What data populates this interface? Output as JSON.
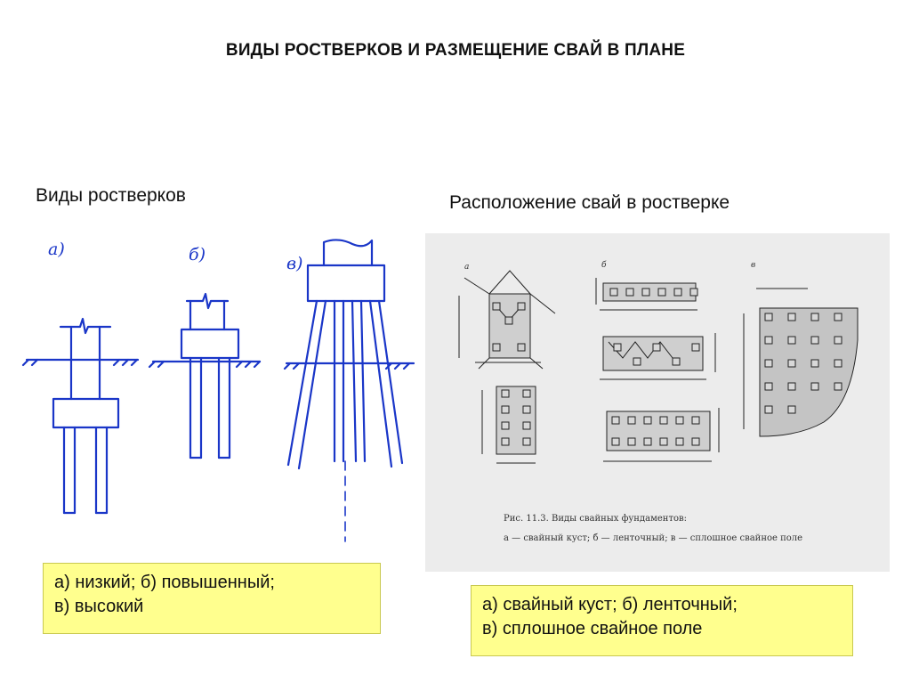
{
  "slide": {
    "title": "ВИДЫ РОСТВЕРКОВ И РАЗМЕЩЕНИЕ СВАЙ В ПЛАНЕ",
    "left_heading": "Виды ростверков",
    "right_heading": "Расположение свай в ростверке"
  },
  "sketch": {
    "label_a": "а)",
    "label_b": "б)",
    "label_c": "в)",
    "ink_color": "#1a36c8"
  },
  "figure": {
    "label_a": "а",
    "label_b": "б",
    "label_c": "в",
    "caption_line1": "Рис. 11.3. Виды свайных фундаментов:",
    "caption_line2": "а — свайный куст; б — ленточный; в — сплошное свайное поле"
  },
  "notes": {
    "left_line1": "а) низкий; б) повышенный;",
    "left_line2": "в) высокий",
    "right_line1": "а) свайный куст; б) ленточный;",
    "right_line2": "в) сплошное свайное поле"
  },
  "colors": {
    "note_background": "#ffff8e",
    "photo_background": "#ececec"
  }
}
